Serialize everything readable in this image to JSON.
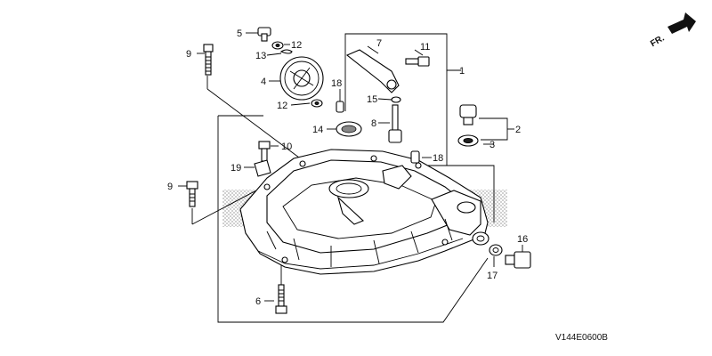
{
  "diagram": {
    "direction_marker": "FR.",
    "code": "V144E0600B",
    "callouts": {
      "c1": "1",
      "c2": "2",
      "c3": "3",
      "c4": "4",
      "c5": "5",
      "c6": "6",
      "c7": "7",
      "c8": "8",
      "c9a": "9",
      "c9b": "9",
      "c10": "10",
      "c11": "11",
      "c12a": "12",
      "c12b": "12",
      "c13": "13",
      "c14": "14",
      "c15": "15",
      "c16": "16",
      "c17": "17",
      "c18a": "18",
      "c18b": "18",
      "c19": "19"
    }
  }
}
